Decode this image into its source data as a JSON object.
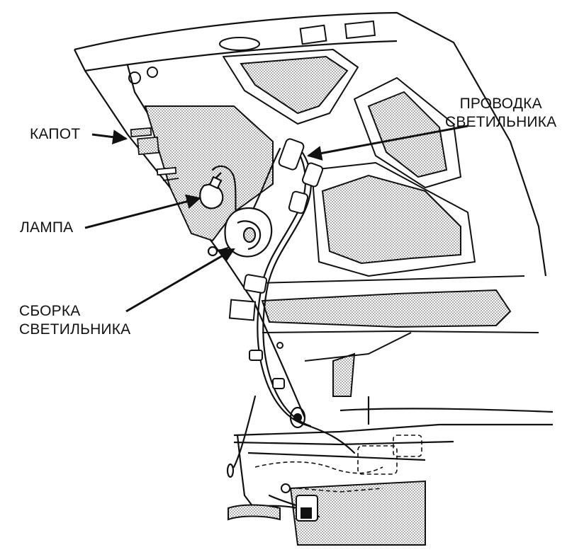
{
  "labels": {
    "hood": "КАПОТ",
    "lamp": "ЛАМПА",
    "lamp_assembly": [
      "СБОРКА",
      "СВЕТИЛЬНИКА"
    ],
    "lamp_wiring": [
      "ПРОВОДКА",
      "СВЕТИЛЬНИКА"
    ]
  },
  "colors": {
    "ink": "#111111",
    "paper": "#ffffff",
    "stipple": "#8a8a8a"
  }
}
